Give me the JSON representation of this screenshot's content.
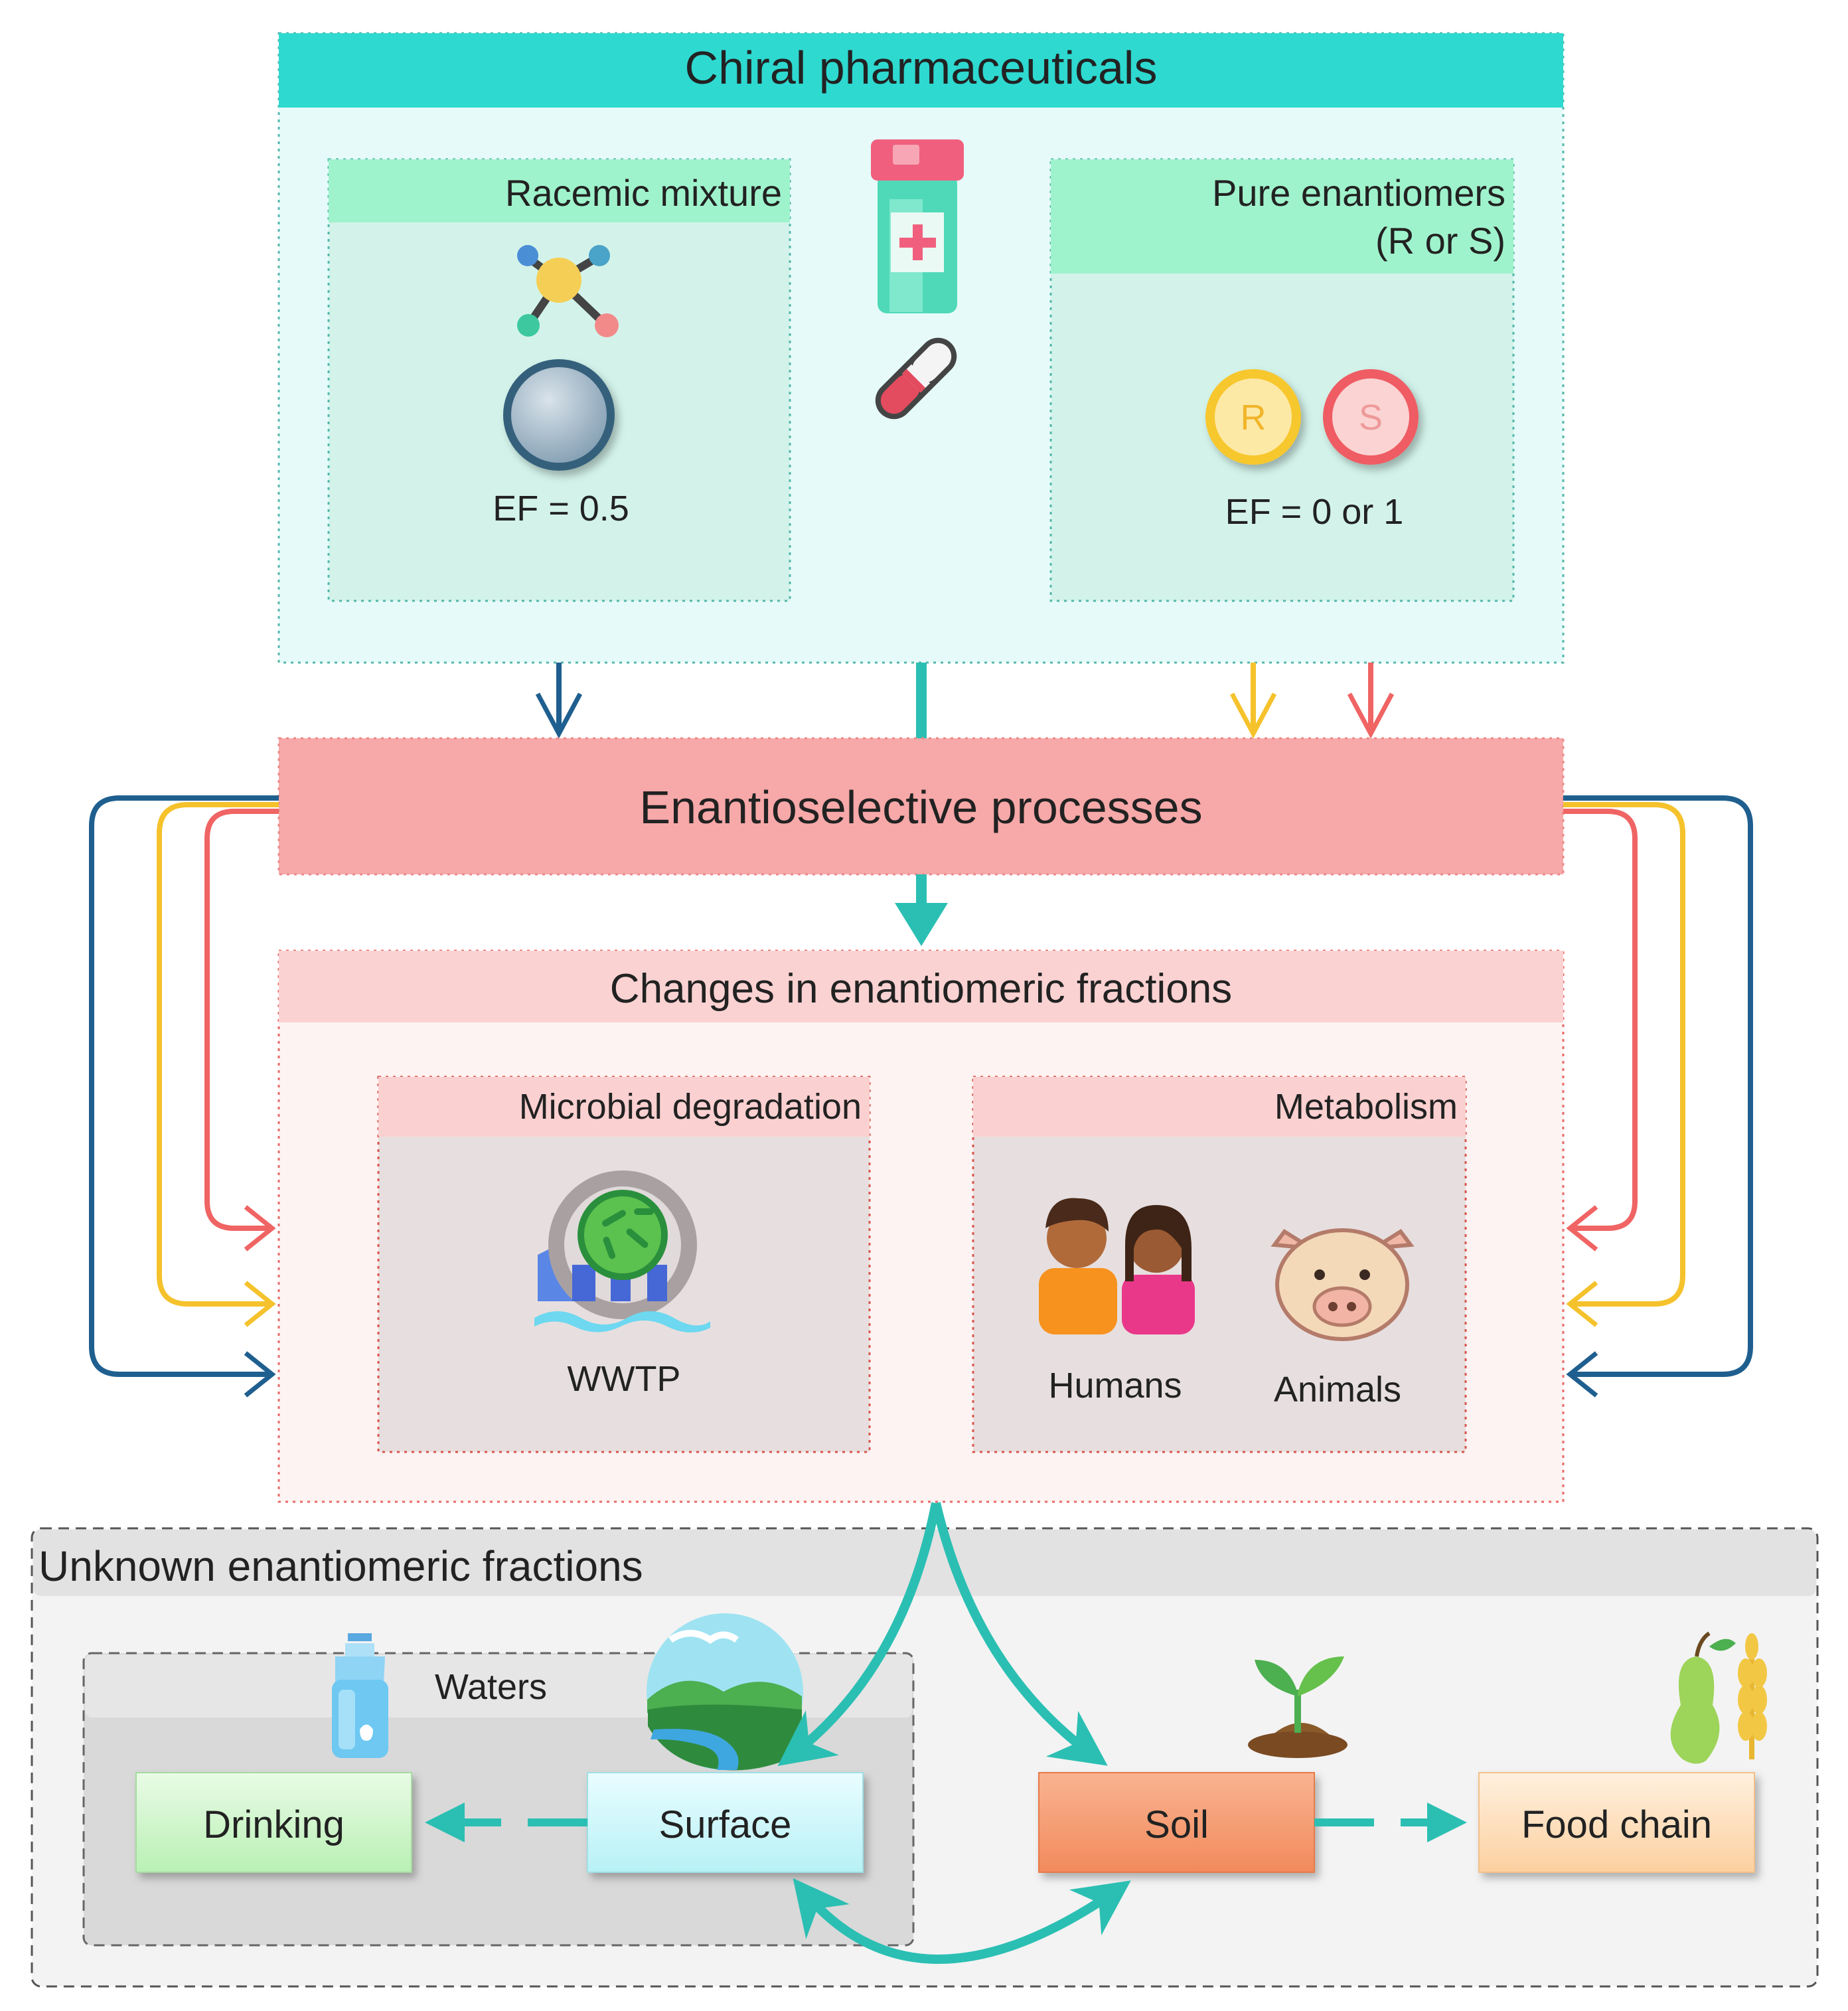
{
  "chiral": {
    "title": "Chiral pharmaceuticals",
    "racemic": {
      "title": "Racemic mixture",
      "ef": "EF = 0.5"
    },
    "pure": {
      "title_line1": "Pure enantiomers",
      "title_line2": "(R or S)",
      "r_label": "R",
      "s_label": "S",
      "ef": "EF = 0 or 1"
    }
  },
  "processes": {
    "title": "Enantioselective processes"
  },
  "changes": {
    "title": "Changes in enantiomeric fractions",
    "microbial": {
      "title": "Microbial degradation",
      "wwtp": "WWTP"
    },
    "metabolism": {
      "title": "Metabolism",
      "humans": "Humans",
      "animals": "Animals"
    }
  },
  "unknown": {
    "title": "Unknown enantiomeric fractions",
    "waters": {
      "title": "Waters",
      "drinking": "Drinking",
      "surface": "Surface"
    },
    "soil": "Soil",
    "food_chain": "Food chain"
  },
  "colors": {
    "teal": "#2bbfb3",
    "blue": "#1f5f8f",
    "yellow": "#f5c22c",
    "red": "#f06464",
    "header_teal": "#2ed9d0",
    "processes_bg": "#f7a8a8"
  }
}
